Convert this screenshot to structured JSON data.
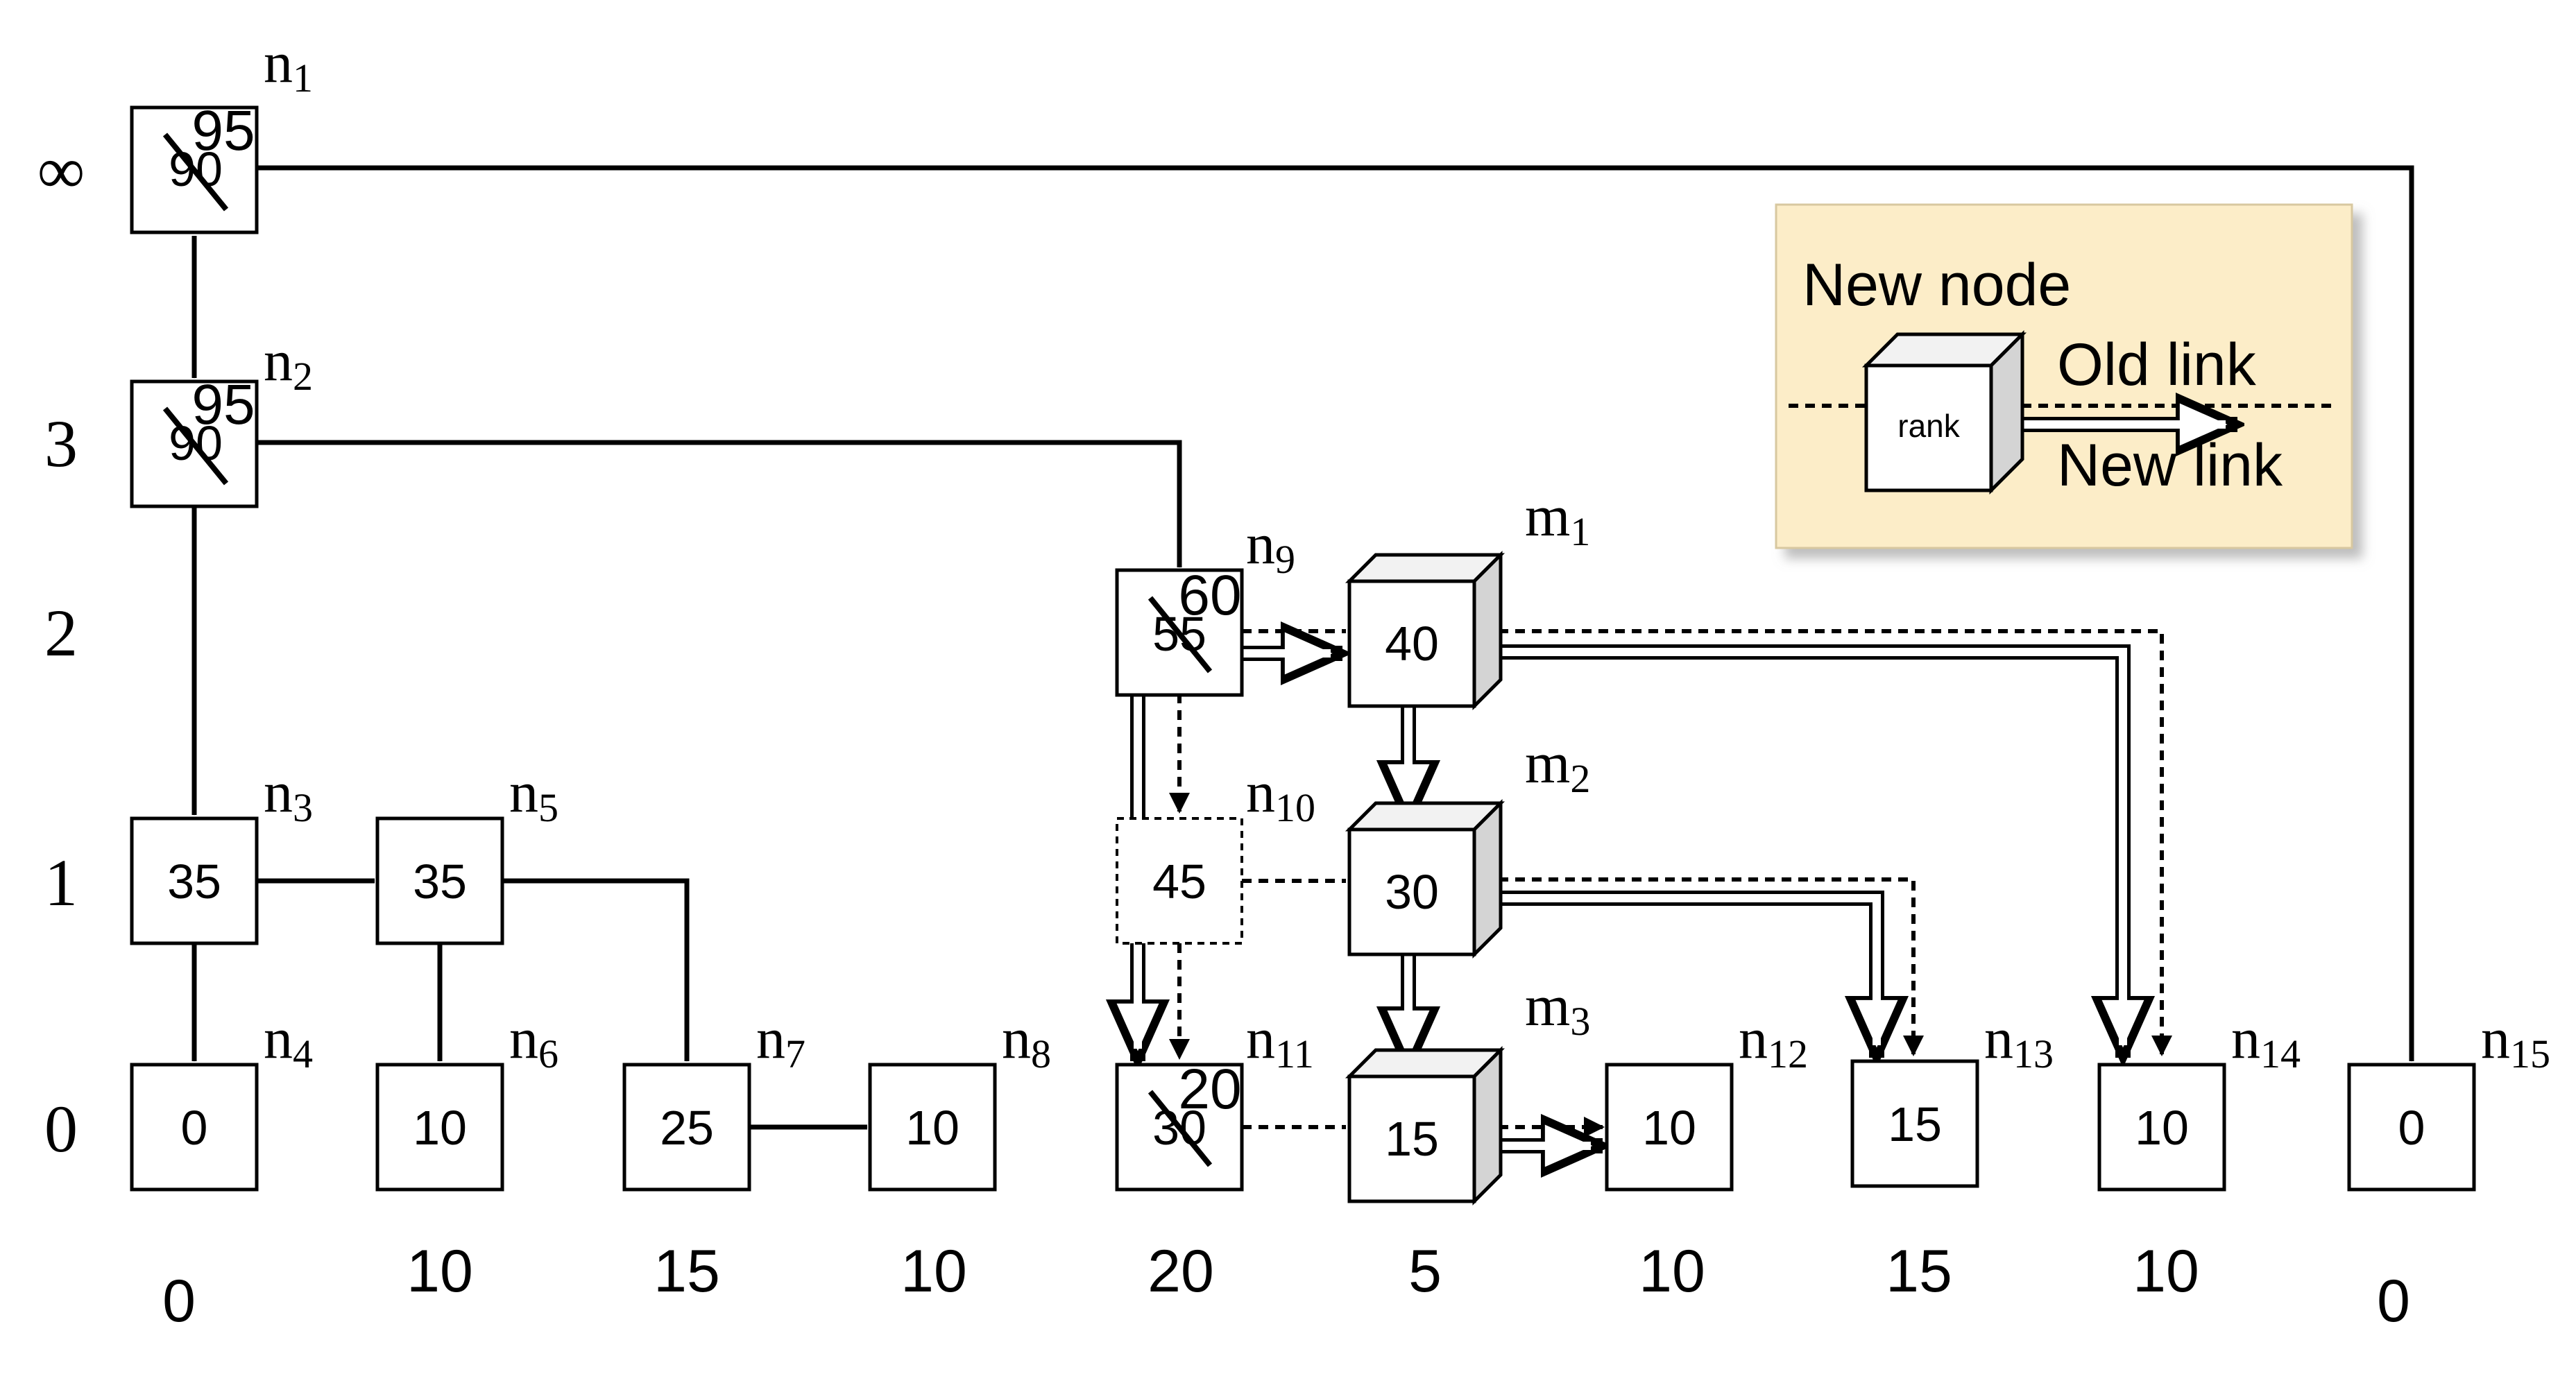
{
  "level_labels": [
    "∞",
    "3",
    "2",
    "1",
    "0"
  ],
  "nodes": {
    "n1": {
      "name": "n",
      "sub": "1",
      "old_value": "90",
      "new_value": "95"
    },
    "n2": {
      "name": "n",
      "sub": "2",
      "old_value": "90",
      "new_value": "95"
    },
    "n3": {
      "name": "n",
      "sub": "3",
      "value": "35"
    },
    "n4": {
      "name": "n",
      "sub": "4",
      "value": "0"
    },
    "n5": {
      "name": "n",
      "sub": "5",
      "value": "35"
    },
    "n6": {
      "name": "n",
      "sub": "6",
      "value": "10"
    },
    "n7": {
      "name": "n",
      "sub": "7",
      "value": "25"
    },
    "n8": {
      "name": "n",
      "sub": "8",
      "value": "10"
    },
    "n9": {
      "name": "n",
      "sub": "9",
      "old_value": "55",
      "new_value": "60"
    },
    "n10": {
      "name": "n",
      "sub": "10",
      "value": "45"
    },
    "n11": {
      "name": "n",
      "sub": "11",
      "old_value": "30",
      "new_value": "20"
    },
    "n12": {
      "name": "n",
      "sub": "12",
      "value": "10"
    },
    "n13": {
      "name": "n",
      "sub": "13",
      "value": "15"
    },
    "n14": {
      "name": "n",
      "sub": "14",
      "value": "10"
    },
    "n15": {
      "name": "n",
      "sub": "15",
      "value": "0"
    },
    "m1": {
      "name": "m",
      "sub": "1",
      "value": "40"
    },
    "m2": {
      "name": "m",
      "sub": "2",
      "value": "30"
    },
    "m3": {
      "name": "m",
      "sub": "3",
      "value": "15"
    }
  },
  "bottom_values": [
    "0",
    "10",
    "15",
    "10",
    "20",
    "5",
    "10",
    "15",
    "10",
    "0"
  ],
  "legend": {
    "new_node": "New node",
    "rank": "rank",
    "old_link": "Old link",
    "new_link": "New link",
    "background_color": "#fcedc8"
  }
}
